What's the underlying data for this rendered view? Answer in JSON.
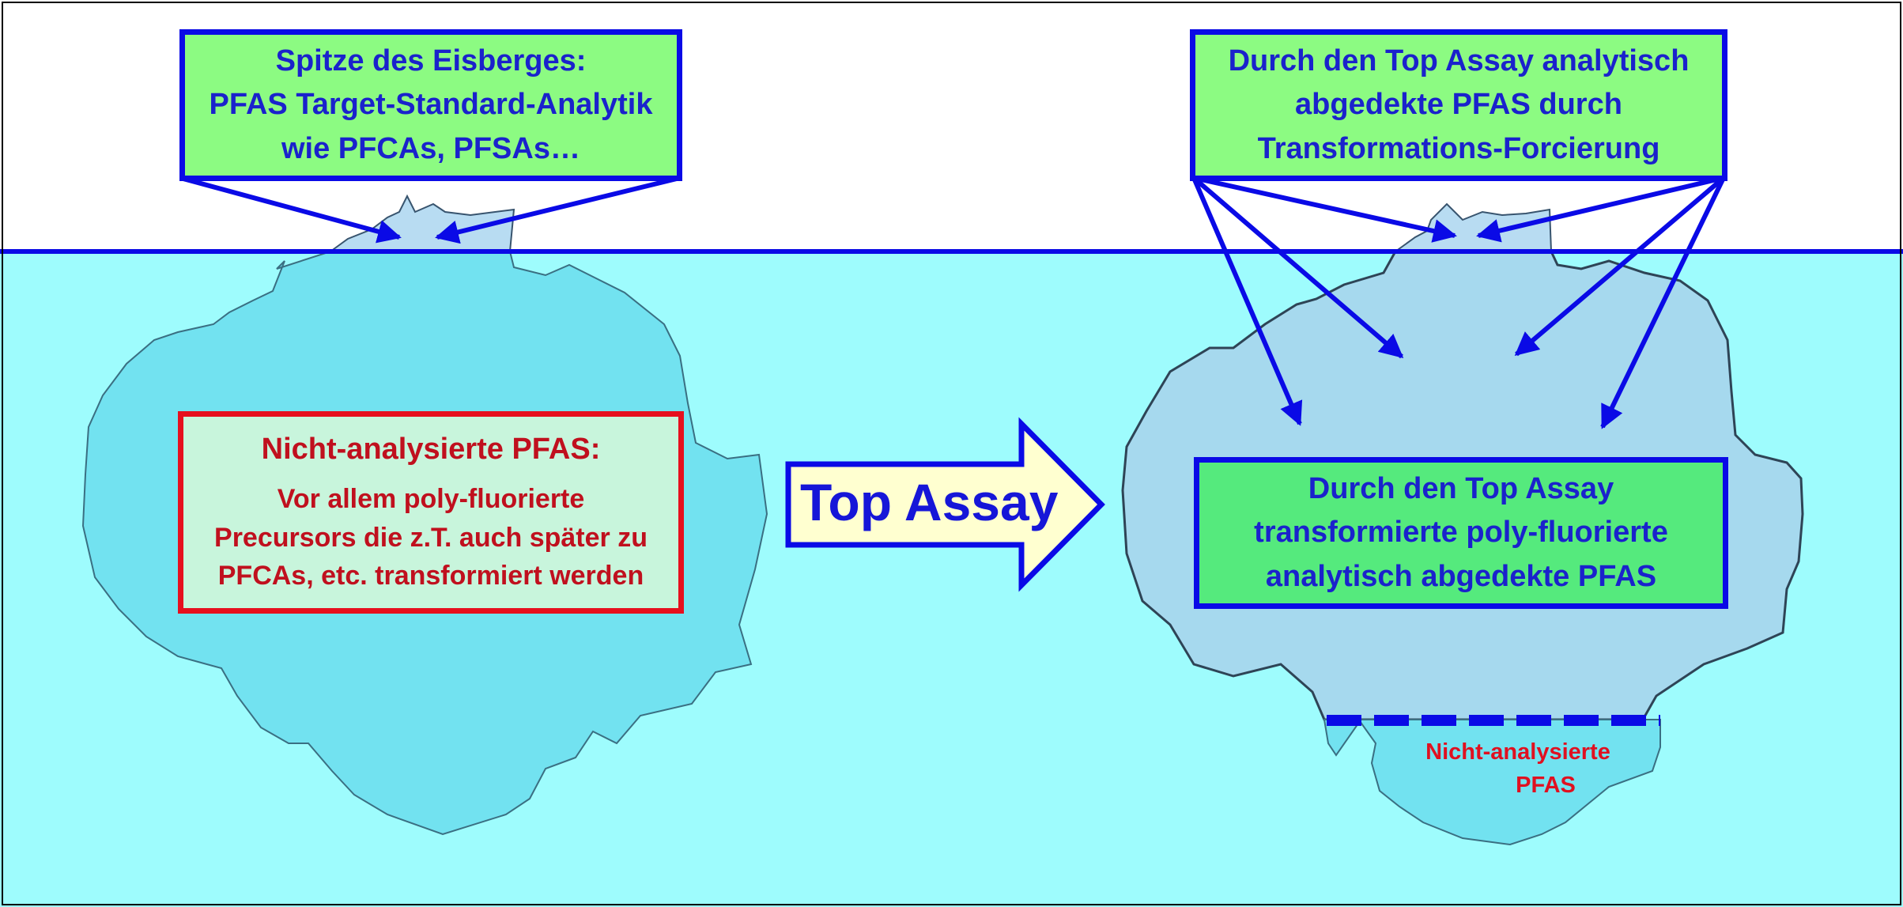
{
  "colors": {
    "water": "#9efcfd",
    "waterline": "#0a0ae6",
    "iceberg_left": "#72e2f0",
    "iceberg_right": "#a6d9ee",
    "iceberg_tip": "#b8dcf2",
    "box_green": "#8cfb82",
    "box_green_dark": "#55ea7d",
    "box_red_fill": "#c8f5dc",
    "arrow_fill": "#ffffd0",
    "accent_blue": "#0a0ae6",
    "accent_red": "#e60f1e"
  },
  "left": {
    "tip_box": {
      "lines": [
        "Spitze des Eisberges:",
        "PFAS Target-Standard-Analytik",
        "wie PFCAs, PFSAs…"
      ]
    },
    "hidden_box": {
      "title": "Nicht-analysierte PFAS:",
      "lines": [
        "Vor allem poly-fluorierte",
        "Precursors die z.T. auch später zu",
        "PFCAs, etc. transformiert werden"
      ]
    }
  },
  "middle": {
    "arrow_label": "Top Assay"
  },
  "right": {
    "tip_box": {
      "lines": [
        "Durch den Top Assay analytisch",
        "abgedekte PFAS durch",
        "Transformations-Forcierung"
      ]
    },
    "transformed_box": {
      "lines": [
        "Durch den Top Assay",
        "transformierte poly-fluorierte",
        "analytisch abgedekte PFAS"
      ]
    },
    "remaining_label": {
      "lines": [
        "Nicht-analysierte",
        "PFAS"
      ]
    }
  }
}
